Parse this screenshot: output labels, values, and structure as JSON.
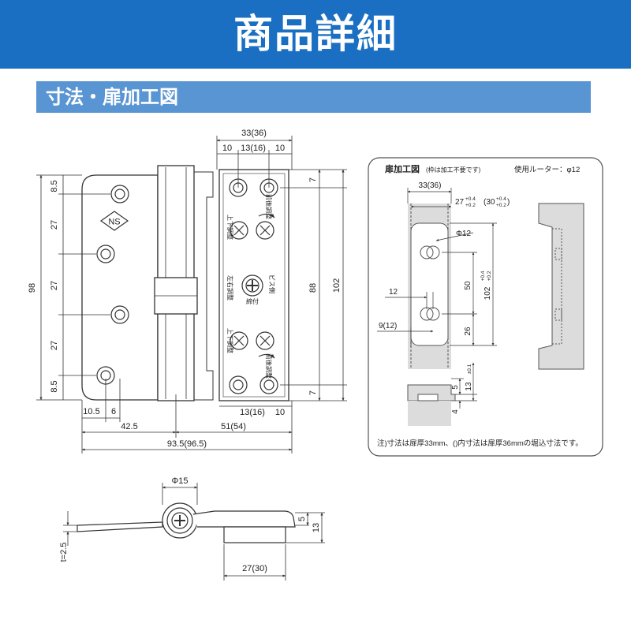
{
  "header": {
    "title": "商品詳細"
  },
  "section": {
    "title": "寸法・扉加工図"
  },
  "hinge": {
    "dims": {
      "w_33_36": "33(36)",
      "top_10a": "10",
      "top_13_16": "13(16)",
      "top_10b": "10",
      "h_8_5_top": "8.5",
      "h_27_a": "27",
      "h_27_b": "27",
      "h_27_c": "27",
      "h_8_5_bot": "8.5",
      "h_98": "98",
      "h_88": "88",
      "h_102": "102",
      "r_7_top": "7",
      "r_7_bot": "7",
      "b_10_5": "10.5",
      "b_6": "6",
      "b_13_16": "13(16)",
      "b_10": "10",
      "b_42_5": "42.5",
      "b_51_54": "51(54)",
      "b_93_5": "93.5(96.5)"
    },
    "labels": {
      "logo": "NS",
      "up_down_adj": "上下調整",
      "front_back_adj": "前後調整",
      "screw_side": "ビス側",
      "tighten": "締付",
      "left_right_adj": "左右調整"
    }
  },
  "knuckle": {
    "dims": {
      "phi15": "Φ15",
      "d5": "5",
      "d13": "13",
      "t25": "t=2.5",
      "d27_30": "27(30)"
    }
  },
  "door_panel": {
    "title": "扉加工図",
    "subtitle": "(枠は加工不要です)",
    "router": "使用ルーター：φ12",
    "dims": {
      "w_33_36": "33(36)",
      "d27": "27",
      "d27_tol_up": "+0.4",
      "d27_tol_dn": "+0.2",
      "d30": "(30",
      "d30_tol_up": "+0.4",
      "d30_tol_dn": "+0.2",
      "d30_close": ")",
      "phi12": "Φ12",
      "d12": "12",
      "d9_12": "9(12)",
      "d50": "50",
      "d26": "26",
      "d102": "102",
      "d102_tol_up": "+0.4",
      "d102_tol_dn": "+0.2",
      "d5": "5",
      "d13": "13",
      "d13_tol": "±0.1",
      "d4": "4"
    },
    "note": "注)寸法は扉厚33mm、()内寸法は扉厚36mmの堀込寸法です。"
  }
}
